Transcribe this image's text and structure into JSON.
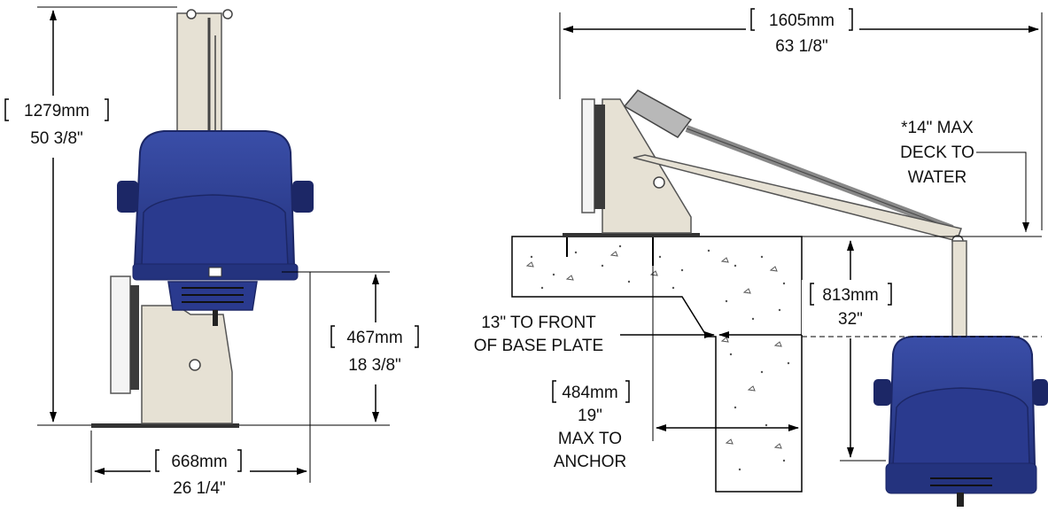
{
  "colors": {
    "seat_blue": "#2d3f96",
    "seat_dark": "#1c2766",
    "frame_beige": "#e6e1d4",
    "frame_stroke": "#555555",
    "concrete": "#ffffff",
    "line": "#000000"
  },
  "front_view": {
    "height_mm": "1279mm",
    "height_in": "50 3/8\"",
    "seat_height_mm": "467mm",
    "seat_height_in": "18 3/8\"",
    "width_mm": "668mm",
    "width_in": "26 1/4\""
  },
  "side_view": {
    "length_mm": "1605mm",
    "length_in": "63 1/8\"",
    "max_deck_line1": "*14\" MAX",
    "max_deck_line2": "DECK TO",
    "max_deck_line3": "WATER",
    "drop_mm": "813mm",
    "drop_in": "32\"",
    "front_line1": "13\" TO FRONT",
    "front_line2": "OF BASE PLATE",
    "anchor_mm": "484mm",
    "anchor_in": "19\"",
    "anchor_line1": "MAX TO",
    "anchor_line2": "ANCHOR"
  }
}
